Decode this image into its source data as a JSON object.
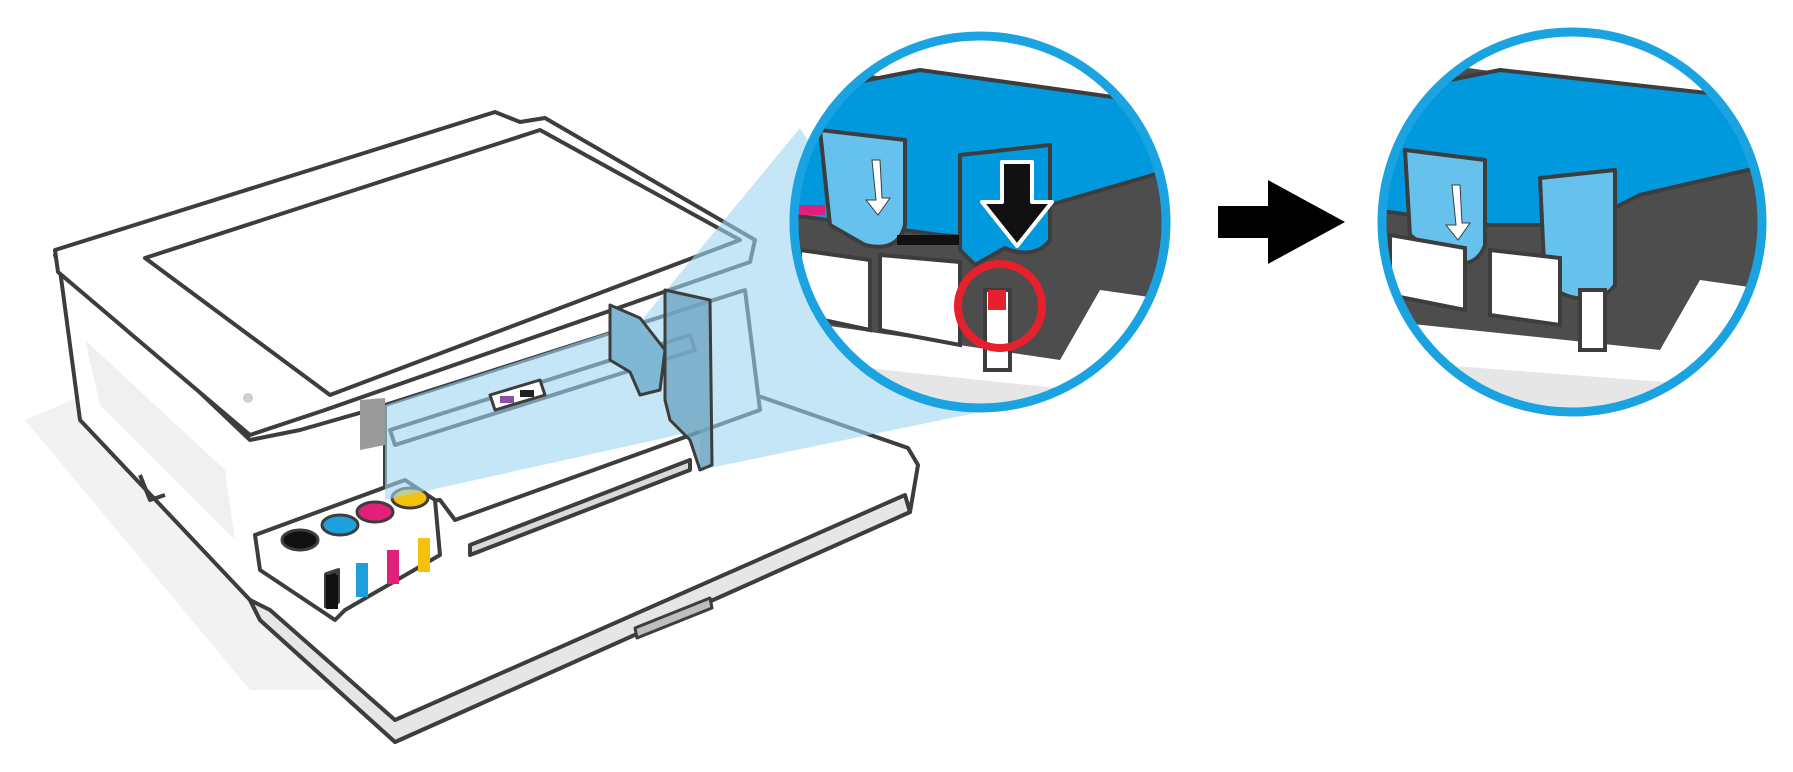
{
  "figure": {
    "kind": "printer-maintenance-illustration",
    "steps": [
      "zoom-before",
      "zoom-after"
    ]
  },
  "colors": {
    "outline": "#3d3d3d",
    "body": "#ffffff",
    "body_shade": "#e6e6e6",
    "dark_shade": "#4d4d4d",
    "lid_blue": "#0099dd",
    "latch_blue": "#66c2ec",
    "circle_ring": "#1aa3e0",
    "highlight_cone": "#9ed6f0",
    "callout_red": "#e6202c",
    "arrow": "#000000",
    "ink_black": "#111111",
    "ink_cyan": "#1ea0dd",
    "ink_magenta": "#e0207a",
    "ink_yellow": "#f4c10f"
  },
  "icons": {
    "push_arrow": "arrow-down-icon",
    "next_step": "arrow-right-icon",
    "callout": "red-circle-callout-icon"
  }
}
